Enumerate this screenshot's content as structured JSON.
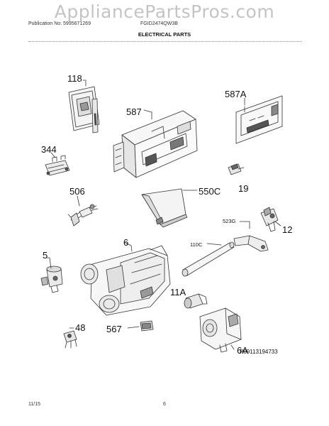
{
  "header": {
    "watermark": "AppliancePartsPros.com",
    "publication": "Publication No: 5995671269",
    "model": "FGID2474QW3B",
    "section_title": "ELECTRICAL PARTS"
  },
  "callouts": {
    "p118": "118",
    "p587": "587",
    "p587a": "587A",
    "p344": "344",
    "p19": "19",
    "p506": "506",
    "p550c": "550C",
    "p523g": "523G",
    "p12": "12",
    "p6": "6",
    "p110c": "110C",
    "p5": "5",
    "p11a": "11A",
    "p567": "567",
    "p48": "48",
    "p6a": "6A"
  },
  "diagram_number": "P09113194733",
  "footer": {
    "date": "11/15",
    "page": "6"
  }
}
